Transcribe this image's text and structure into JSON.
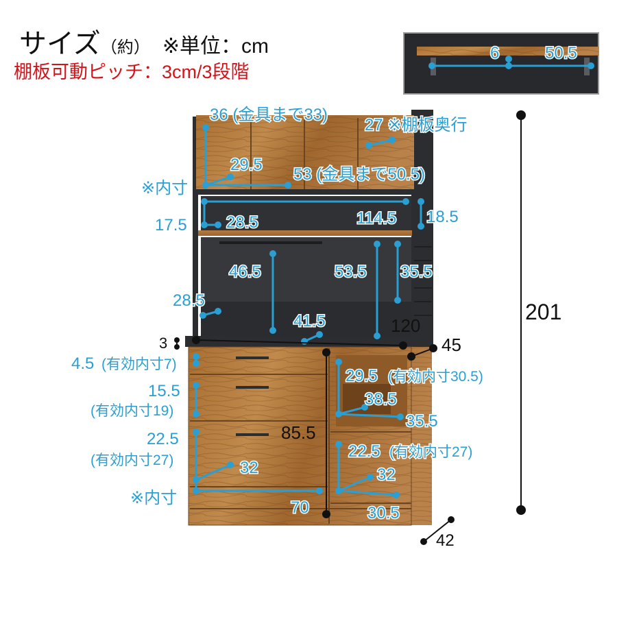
{
  "header": {
    "title": "サイズ",
    "approx": "（約）",
    "unit": "※単位：cm",
    "pitch": "棚板可動ピッチ：3cm/3段階"
  },
  "colors": {
    "dimension": "#2a9fd4",
    "pitch_text": "#d4141b",
    "wood": "#b27a3c",
    "frame": "#2b2d30"
  },
  "dimensions": {
    "inset_6": "6",
    "inset_50_5": "50.5",
    "top_door_36": "36 (金具まで33)",
    "shelf_depth_27": "27 ※棚板奥行",
    "inner_29_5": "29.5",
    "inner_53": "53 (金具まで50.5)",
    "inner_note_top": "※内寸",
    "d_17_5": "17.5",
    "d_28_5_a": "28.5",
    "d_114_5": "114.5",
    "d_18_5": "18.5",
    "d_46_5": "46.5",
    "d_53_5": "53.5",
    "d_35_5_a": "35.5",
    "d_28_5_b": "28.5",
    "d_41_5": "41.5",
    "d_120": "120",
    "d_3": "3",
    "d_45": "45",
    "d_4_5": "4.5",
    "d_4_5_eff": "(有効内寸7)",
    "d_15_5": "15.5",
    "d_15_5_eff": "(有効内寸19)",
    "d_22_5": "22.5",
    "d_22_5_eff": "(有効内寸27)",
    "d_32_a": "32",
    "inner_note_bottom": "※内寸",
    "d_70": "70",
    "d_85_5": "85.5",
    "d_29_5": "29.5",
    "d_29_5_eff": "(有効内寸30.5)",
    "d_38_5": "38.5",
    "d_35_5_b": "35.5",
    "d_22_5_r": "22.5",
    "d_22_5_r_eff": "(有効内寸27)",
    "d_32_b": "32",
    "d_30_5": "30.5",
    "height_201": "201",
    "depth_42": "42"
  }
}
